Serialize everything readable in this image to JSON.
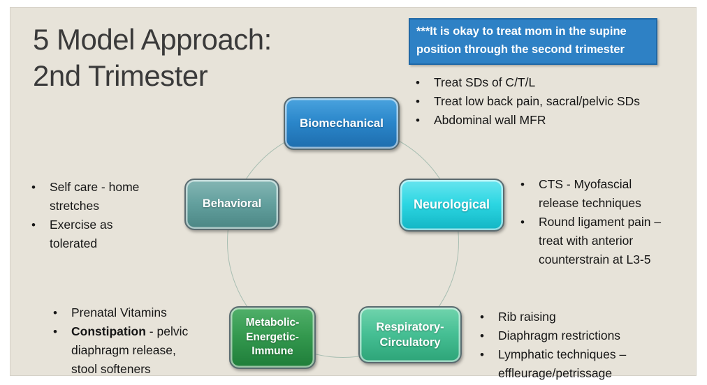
{
  "slide": {
    "title_lines": [
      "5 Model Approach:",
      "2nd Trimester"
    ]
  },
  "banner": {
    "text": "***It is okay to treat mom in the supine position through the second trimester",
    "color": "#2e81c5"
  },
  "models": [
    {
      "label": "Biomechanical",
      "color": "#2a86ca",
      "bullets": [
        "Treat SDs of C/T/L",
        "Treat low back pain, sacral/pelvic SDs",
        "Abdominal wall MFR"
      ]
    },
    {
      "label": "Neurological",
      "color": "#2cd6e2",
      "bullets": [
        "CTS - Myofascial release techniques",
        "Round ligament pain – treat with anterior counterstrain at L3-5"
      ]
    },
    {
      "label": "Respiratory-Circulatory",
      "color": "#46bf94",
      "bullets": [
        "Rib raising",
        "Diaphragm restrictions",
        "Lymphatic techniques – effleurage/petrissage"
      ]
    },
    {
      "label": "Metabolic-Energetic-Immune",
      "color": "#33984e",
      "bullets": [
        "Prenatal Vitamins",
        {
          "bold": "Constipation",
          "text": " - pelvic diaphragm release, stool softeners"
        }
      ]
    },
    {
      "label": "Behavioral",
      "color": "#63a09e",
      "bullets": [
        "Self care - home stretches",
        "Exercise as tolerated"
      ]
    }
  ]
}
